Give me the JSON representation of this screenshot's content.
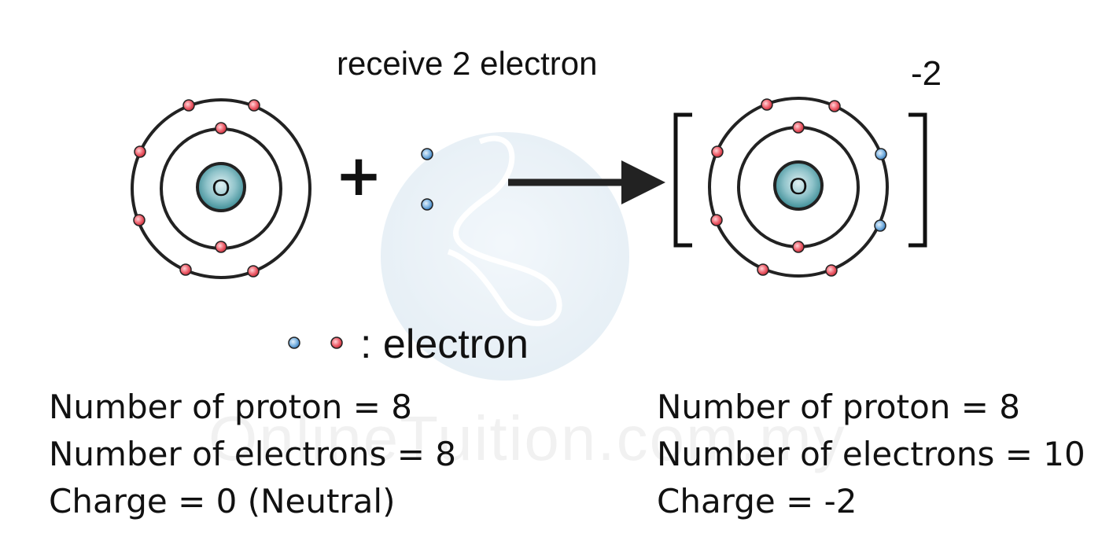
{
  "reaction": {
    "process_label": "receive 2 electron",
    "ion_charge": "-2",
    "plus_sign": "+",
    "colon_sign": ":"
  },
  "atoms": {
    "left": {
      "nucleus_symbol": "O"
    },
    "right": {
      "nucleus_symbol": "O"
    }
  },
  "legend": {
    "text": ": electron"
  },
  "watermark": {
    "text": "OnlineTuition.com.my"
  },
  "stats_left": [
    "Number of proton = 8",
    "Number of electrons = 8",
    "Charge = 0 (Neutral)"
  ],
  "stats_right": [
    "Number of proton = 8",
    "Number of electrons = 10",
    "Charge = -2"
  ],
  "colors": {
    "own_electron": "#e4424d",
    "gained_electron": "#5b9bd5",
    "nucleus_outer": "#2f7f88",
    "nucleus_inner": "#a9d3d8",
    "shell": "#222222"
  }
}
